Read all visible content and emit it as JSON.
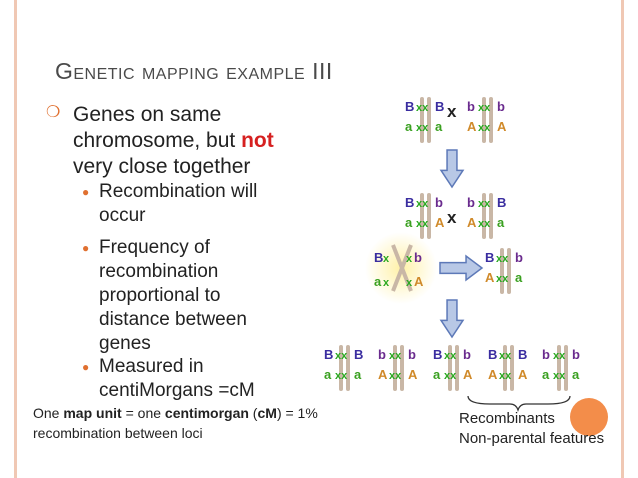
{
  "slide": {
    "title": "Genetic mapping example III",
    "bullet_main": {
      "line1": "Genes on same",
      "line2a": "chromosome, but ",
      "line2b": "not",
      "line3": "very close together"
    },
    "sub_bullets": [
      [
        "Recombination will",
        "occur"
      ],
      [
        "Frequency of",
        "recombination",
        "proportional to",
        "distance between",
        "genes"
      ],
      [
        "Measured in",
        "centiMorgans =cM"
      ]
    ],
    "footnote": {
      "part1": "One ",
      "bold1": "map unit",
      "part2": " = one ",
      "bold2": "centimorgan",
      "part3": " (",
      "bold3": "cM",
      "part4": ") = 1%",
      "line2": "recombination between loci"
    },
    "recombinants_label": [
      "Recombinants",
      "Non-parental features"
    ],
    "cross_symbol": "x",
    "diagram_labels": {
      "B": "B",
      "b": "b",
      "A": "A",
      "a": "a",
      "xx": "xx",
      "x": "x"
    },
    "colors": {
      "title": "#4a4a4a",
      "accent_bullet": "#e07030",
      "not_red": "#d62020",
      "chromosome": "#c9b7a6",
      "B_label": "#3a2da0",
      "b_label": "#6a2b8e",
      "A_label": "#d08a2a",
      "a_label": "#3aa020",
      "cross_mark": "#2aa820",
      "arrow_fill": "#b8c8e6",
      "arrow_stroke": "#5d79b8",
      "glow": "#fff1a8",
      "circle": "#f38d4a"
    }
  }
}
